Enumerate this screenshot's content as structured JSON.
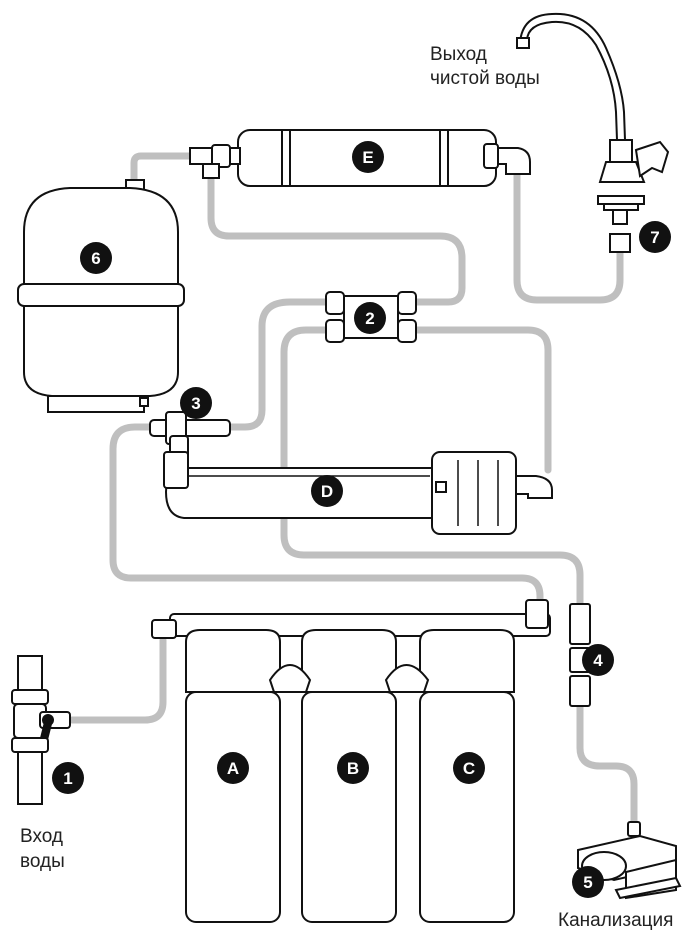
{
  "labels": {
    "outlet_line1": "Выход",
    "outlet_line2": "чистой воды",
    "inlet_line1": "Вход",
    "inlet_line2": "воды",
    "drain": "Канализация"
  },
  "numbered_badges": [
    "1",
    "2",
    "3",
    "4",
    "5",
    "6",
    "7"
  ],
  "filter_badges": [
    "A",
    "B",
    "C",
    "D",
    "E"
  ],
  "colors": {
    "badge": "#111111",
    "pipe": "#bfbfbf",
    "outline": "#111111"
  }
}
